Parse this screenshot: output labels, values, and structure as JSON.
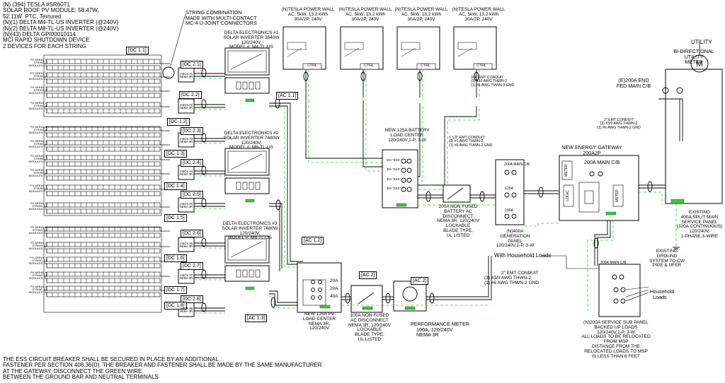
{
  "header": {
    "line1": "(N) (394) TESLA #SR60T1",
    "line2": "SOLAR ROOF PV MODULE: 58.47W,",
    "line3": "52.11W  PTC, Textured",
    "line4": "(N)(1) DELTA M4-TL-US INVERTER (@240V)",
    "line5": "(N)(2) DELTA M8-TL-US INVERTER (@240V)",
    "line6": "(N)(43) DELTA GPI00010114",
    "line7": "MCI RAPID SHUTDOWN DEVICE",
    "line8": "2 DEVICES FOR EACH STRING"
  },
  "string_combination": {
    "l1": "STRING COMBINATION",
    "l2": "MADE WITH MULTI-CONTACT",
    "l3": "MC-4 U-JOINT CONNECTORS"
  },
  "pv_arrays": [
    {
      "a": "PV ARRAY 1",
      "s": "STRING 1",
      "m": "MODULES 18"
    },
    {
      "a": "PV ARRAY 1",
      "s": "STRING 2",
      "m": "MODULES 19"
    },
    {
      "a": "PV ARRAY 1",
      "s": "STRING 3",
      "m": "MODULES 19"
    },
    {
      "a": "PV ARRAY 2",
      "s": "STRING 4",
      "m": "MODULES 19"
    },
    {
      "a": "PV ARRAY 3",
      "s": "STRING 5",
      "m": "MODULES 22"
    },
    {
      "a": "PV ARRAY 4",
      "s": "STRING 6",
      "m": "MODULES 22"
    },
    {
      "a": "PV ARRAY 4",
      "s": "STRING 7",
      "m": "MODULES 27"
    },
    {
      "a": "PV ARRAY 4",
      "s": "STRING 8",
      "m": "MODULES 27"
    },
    {
      "a": "PV ARRAY 5",
      "s": "STRING 9",
      "m": "MODULES 27"
    },
    {
      "a": "PV ARRAY 5",
      "s": "STRING 10",
      "m": "MODULES 22"
    },
    {
      "a": "PV ARRAY 6",
      "s": "STRING 11",
      "m": "MODULES 34"
    },
    {
      "a": "PV ARRAY 7",
      "s": "STRING 12",
      "m": "MODULES 31"
    },
    {
      "a": "PV ARRAY 7",
      "s": "STRING 13",
      "m": "MODULES 26"
    },
    {
      "a": "PV ARRAY 8",
      "s": "STRING 14",
      "m": "MODULES 26"
    },
    {
      "a": "PV ARRAY 8",
      "s": "STRING 15",
      "m": "MODULES 26"
    }
  ],
  "dc_labels": [
    "[DC 1.1]",
    "[DC 2.1]",
    "[DC 2.2]",
    "[DC 1.2]",
    "[DC 2.3]",
    "[DC 1.3]",
    "[DC 2.4]",
    "[DC 1.4]",
    "[DC 2.5]",
    "[DC 1.5]",
    "[DC 2.6]",
    "[DC 1.6]",
    "[DC 2.7]",
    "[DC 1.7]",
    "[DC 2.8]",
    "[DC 1.8]"
  ],
  "jbox": [
    {
      "l1": "J-BOX #1",
      "l2": "NEMA 3R"
    },
    {
      "l1": "J-BOX #2",
      "l2": "NEMA 3R"
    },
    {
      "l1": "J-BOX #3",
      "l2": "NEMA 3R"
    },
    {
      "l1": "J-BOX #4",
      "l2": "NEMA 3R"
    },
    {
      "l1": "J-BOX #5",
      "l2": "NEMA 3R"
    },
    {
      "l1": "J-BOX #6",
      "l2": "NEMA 3R"
    },
    {
      "l1": "J-BOX #7",
      "l2": "NEMA 3R"
    },
    {
      "l1": "J-BOX #8",
      "l2": "NEMA 3R"
    }
  ],
  "inverters": [
    {
      "l1": "DELTA ELECTRONICS #1",
      "l2": "SOLAR INVERTER 3840W",
      "l3": "120/240V,",
      "l4": "MODEL #: M4-TL-US"
    },
    {
      "l1": "DELTA ELECTRONICS #2",
      "l2": "SOLAR INVERTER 7680W",
      "l3": "120/240V,",
      "l4": "MODEL #: M8-TL-US"
    },
    {
      "l1": "DELTA ELECTRONICS #3",
      "l2": "SOLAR INVERTER 7680W",
      "l3": "120/240V,",
      "l4": "MODEL #: M8-TL-US"
    }
  ],
  "ac_labels": {
    "ac11": "[AC 1.1]",
    "ac12": "[AC 1.2]",
    "ac13": "[AC 1.3]",
    "ac2a": "[AC.2]",
    "ac2b": "[AC.2]"
  },
  "powerwalls": [
    {
      "l1": "(N)TESLA POWER WALL",
      "l2": "AC, 5kW, 13.2 kWh",
      "l3": "30A/2P, 240V",
      "ctrl": "CTRL"
    },
    {
      "l1": "(N)TESLA POWER WALL",
      "l2": "AC, 5kW, 13.2 kWh",
      "l3": "30A/2P, 240V",
      "ctrl": "CTRL"
    },
    {
      "l1": "(N)TESLA POWER WALL",
      "l2": "AC, 5kW, 13.2 kWh",
      "l3": "30A/2P, 240V",
      "ctrl": "CTRL"
    },
    {
      "l1": "(N)TESLA POWER WALL",
      "l2": "AC, 5kW, 13.2 kWh",
      "l3": "30A/2P, 240V",
      "ctrl": "CTRL"
    }
  ],
  "conduit_34": {
    "l1": "3/4\" EMT CONDUIT",
    "l2": "(3) #10 AWG THWN-2",
    "l3": "(1) #6 AWG THWN-2 GND"
  },
  "battery_center": {
    "l1": "NEW 125A BATTERY",
    "l2": "LOAD CENTER",
    "l3": "120/240V,1-P, 3-W",
    "b1": "30A \"ESS\"",
    "b2": "30A \"ESS\"",
    "b3": "30A \"ESS\"",
    "b4": "30A \"ESS\""
  },
  "conduit_112": {
    "l1": "1 1/2\" EMT CONDUIT",
    "l2": "(3) #1 AWG THWN-2",
    "l3": "(1) #6 AWG THWN-2 GND"
  },
  "battery_disconnect": {
    "l1": "200A NON FUSED",
    "l2": "BATTERY AC",
    "l3": "DISCONNECT",
    "l4": "NEMA 3R, 120/240V",
    "l5": "LOCKABLE",
    "l6": "BLADE TYPE,",
    "l7": "UL LISTED"
  },
  "gen_panel": {
    "main": "200A MAIN C/B",
    "b1": "125A",
    "b2": "100A",
    "l1": "(N)400A",
    "l2": "GENERATION",
    "l3": "PANEL",
    "l4": "120/240V,1-P, 3-W",
    "l5": "With Household Loads"
  },
  "gateway": {
    "l1": "NEW ENERGY GATEWAY",
    "l2": "200A2P",
    "main": "200A MAIN C/B",
    "meter1": "METER",
    "logic": "LOGIC",
    "meter2": "METER"
  },
  "conduit_2a": {
    "l1": "2\" EMT CONDUIT",
    "l2": "(3) #3/0 AWG THWN-2",
    "l3": "(1) #6 AWG THWN-2 GND"
  },
  "utility": {
    "l1": "UTILITY",
    "meter1": "BI-DIRECTIONAL",
    "meter2": "UTILITY",
    "meter3": "METER",
    "m": "M"
  },
  "fed_main": {
    "l1": "(E)200A END",
    "l2": "FED MAIN C/B"
  },
  "service_panel": {
    "l1": "EXISTING",
    "l2": "400A SPLIT MAIN",
    "l3": "SERVICE PANEL",
    "l4": "(320A CONTINUOUS)",
    "l5": "120/240V,",
    "l6": "1-PHASE,3-WIRE"
  },
  "ground": {
    "l1": "EXISTING",
    "l2": "GROUND",
    "l3": "SYSTEM TO CW",
    "l4": "PIPE & UFER"
  },
  "conduit_2b": {
    "l1": "2\" EMT CONDUIT",
    "l2": "(3) #3/0 AWG THWN-2",
    "l3": "(1) #6 AWG THWN-2 GND"
  },
  "sub_panel": {
    "main": "200A MAIN C/B",
    "loads1": "Household",
    "loads2": "Loads",
    "l1": "(N)200A SERVICE SUB PANEL",
    "l2": "BACKED UP LOADS",
    "l3": "120/240V,1-P, 3-W",
    "l4": "ALL LOADS TO BE RELOCATED",
    "l5": "FROM MSP",
    "l6": "DISTANCE FROM THE",
    "l7": "RELOCATED LOADS TO MSP",
    "l8": "IS LESS THAN 6 FEET"
  },
  "pv_load_center": {
    "b1": "20A",
    "b2": "20A",
    "b3": "40A",
    "l1": "NEW 125A PV",
    "l2": "LOAD CENTER",
    "l3": "NEMA 3R,",
    "l4": "120/240V"
  },
  "ac_disconnect": {
    "l1": "100A NON FUSED",
    "l2": "AC DISCONNECT",
    "l3": "NEMA 3R, 120/240V",
    "l4": "LOCKABLE",
    "l5": "BLADE TYPE,",
    "l6": "UL LISTED"
  },
  "perf_meter": {
    "l1": "PERFORMANCE METER",
    "l2": "100A, 120/240V",
    "l3": "NEMA 3R"
  },
  "footer": {
    "l1": "THE ESS CIRCUIT BREAKER SHALL BE SECURED IN PLACE BY AN ADDITIONAL",
    "l2": "FASTENER PER SECTION 408.36(D). THE BREAKER AND FASTENER SHALL BE MADE BY THE SAME MANUFACTURER",
    "l3": "AT THE GATEWAY, DISCONNECT THE GREEN WIRE",
    "l4": "BETWEEN THE GROUND BAR AND NEUTRAL TERMINALS"
  },
  "colors": {
    "wire": "#000000",
    "ground": "#33cc33"
  }
}
